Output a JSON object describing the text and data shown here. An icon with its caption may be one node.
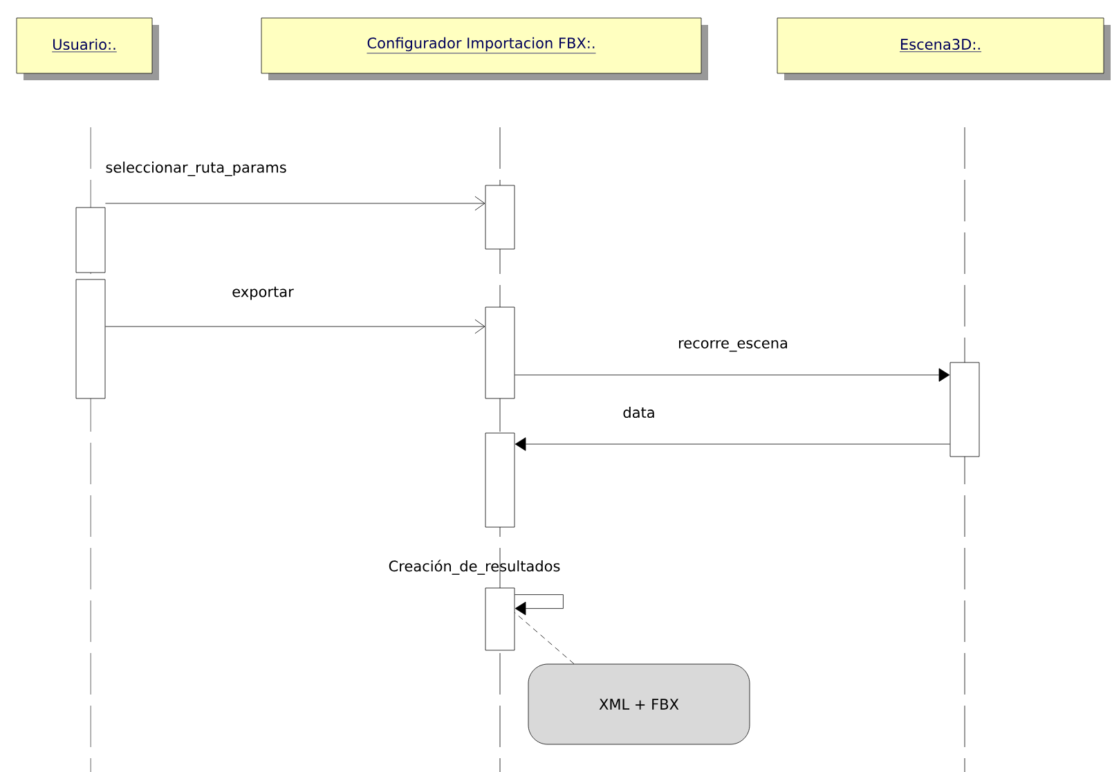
{
  "diagram": {
    "nodes": [
      {
        "text": [
          "Usuario:."
        ]
      },
      {
        "text": [
          "Configurador Importacion FBX:."
        ]
      },
      {
        "text": [
          "Escena3D:."
        ]
      },
      {
        "text": [],
        "shape": "bar"
      },
      {
        "text": [],
        "shape": "bar"
      },
      {
        "text": [],
        "shape": "bar"
      },
      {
        "text": [],
        "shape": "bar"
      },
      {
        "text": [],
        "shape": "bar"
      },
      {
        "text": [],
        "shape": "bar"
      },
      {
        "text": [],
        "shape": "bar"
      },
      {
        "text": [
          "XML + FBX"
        ]
      }
    ],
    "edges": [
      {
        "from": 3,
        "to": 5,
        "arrow": "to",
        "label": "seleccionar_ruta_params"
      },
      {
        "from": 4,
        "to": 6,
        "arrow": "to",
        "label": "exportar"
      },
      {
        "from": 6,
        "to": 9,
        "arrow": "to",
        "label": "recorre_escena"
      },
      {
        "from": 9,
        "to": 7,
        "arrow": "to",
        "label": "data"
      },
      {
        "from": 8,
        "to": 8,
        "arrow": "to",
        "label": "Creación_de_resultados"
      },
      {
        "from": 10,
        "to": 8,
        "arrow": "none",
        "style": "dashed"
      }
    ]
  }
}
